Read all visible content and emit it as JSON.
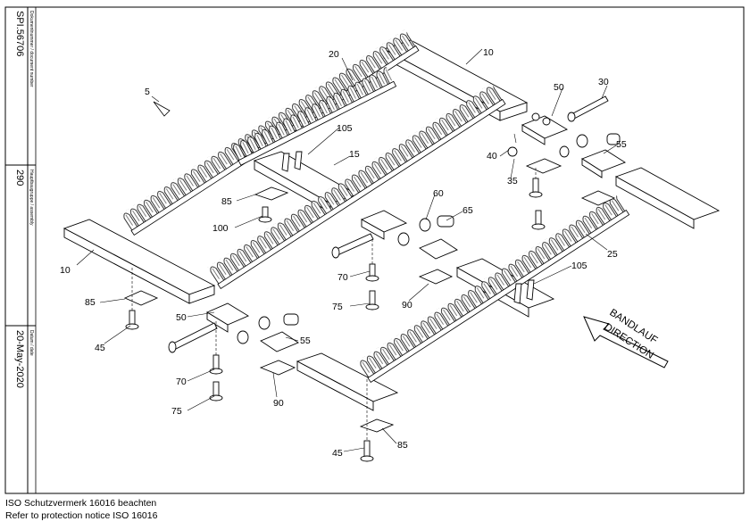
{
  "title_block": {
    "doc_label": "Dokumentnummer / document number",
    "doc_value": "SPI.56706",
    "assembly_label": "Hauptbaugruppe / assembly",
    "assembly_value": "290",
    "date_label": "Datum / date",
    "date_value": "20-May-2020"
  },
  "direction": {
    "line1": "BANDLAUF",
    "line2": "DIRECTION"
  },
  "callouts": [
    "5",
    "10",
    "10",
    "15",
    "20",
    "25",
    "30",
    "35",
    "40",
    "45",
    "45",
    "50",
    "50",
    "55",
    "55",
    "60",
    "65",
    "70",
    "70",
    "75",
    "75",
    "85",
    "85",
    "85",
    "90",
    "90",
    "100",
    "105",
    "105"
  ],
  "footer": {
    "line1": "ISO Schutzvermerk 16016 beachten",
    "line2": "Refer to protection notice ISO 16016"
  }
}
